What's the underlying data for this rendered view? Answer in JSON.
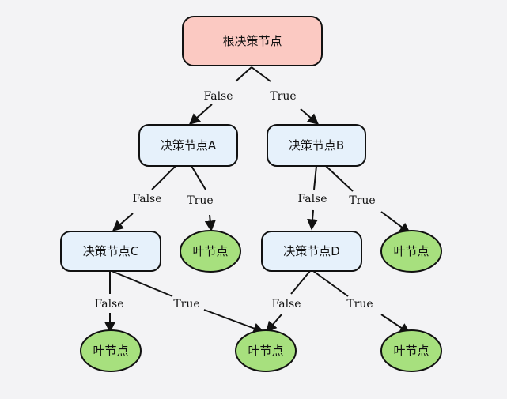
{
  "nodes": {
    "root": {
      "label": "根决策节点",
      "fill": "#fbc9c2"
    },
    "a": {
      "label": "决策节点A",
      "fill": "#e6f1fb"
    },
    "b": {
      "label": "决策节点B",
      "fill": "#e6f1fb"
    },
    "c": {
      "label": "决策节点C",
      "fill": "#e6f1fb"
    },
    "d": {
      "label": "决策节点D",
      "fill": "#e6f1fb"
    },
    "leaf_a_true": {
      "label": "叶节点",
      "fill": "#a7e07e"
    },
    "leaf_b_true": {
      "label": "叶节点",
      "fill": "#a7e07e"
    },
    "leaf_c_false": {
      "label": "叶节点",
      "fill": "#a7e07e"
    },
    "leaf_shared": {
      "label": "叶节点",
      "fill": "#a7e07e"
    },
    "leaf_d_true": {
      "label": "叶节点",
      "fill": "#a7e07e"
    }
  },
  "edges": {
    "root_false": "False",
    "root_true": "True",
    "a_false": "False",
    "a_true": "True",
    "b_false": "False",
    "b_true": "True",
    "c_false": "False",
    "c_true": "True",
    "d_false": "False",
    "d_true": "True"
  },
  "colors": {
    "stroke": "#111111",
    "background": "#f3f3f5"
  }
}
